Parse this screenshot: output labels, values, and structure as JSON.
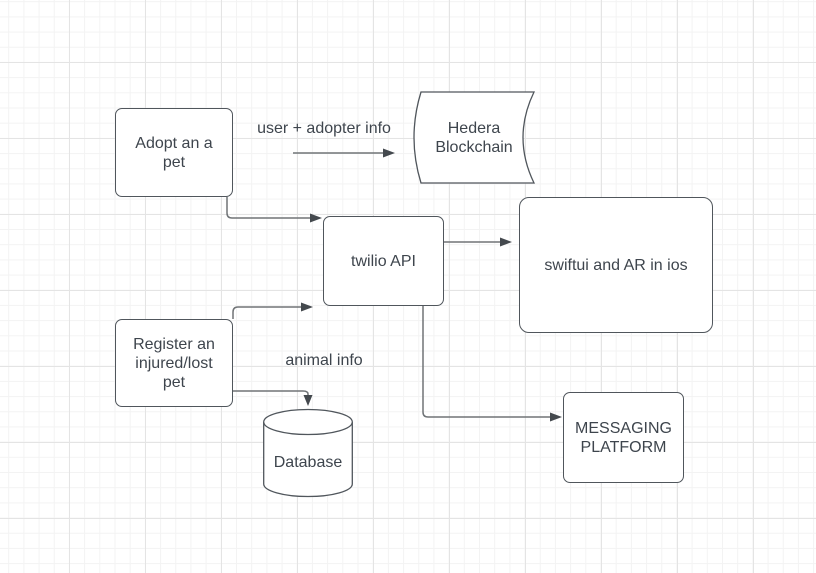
{
  "theme": {
    "background": "#ffffff",
    "grid_minor_color": "#f3f3f3",
    "grid_major_color": "#e4e4e4",
    "node_fill": "#ffffff",
    "node_border_color": "#50565c",
    "text_color": "#3e454d",
    "connector_color": "#707477",
    "arrowhead_color": "#44494e"
  },
  "nodes": {
    "adopt": {
      "label": "Adopt an a\npet"
    },
    "hedera": {
      "label": "Hedera\nBlockchain"
    },
    "twilio": {
      "label": "twilio API"
    },
    "swiftui": {
      "label": "swiftui and AR in ios"
    },
    "register": {
      "label": "Register an\ninjured/lost\npet"
    },
    "database": {
      "label": "Database"
    },
    "messaging": {
      "label": "MESSAGING\nPLATFORM"
    }
  },
  "edge_labels": {
    "user_adopter_info": "user + adopter info",
    "animal_info": "animal info"
  }
}
